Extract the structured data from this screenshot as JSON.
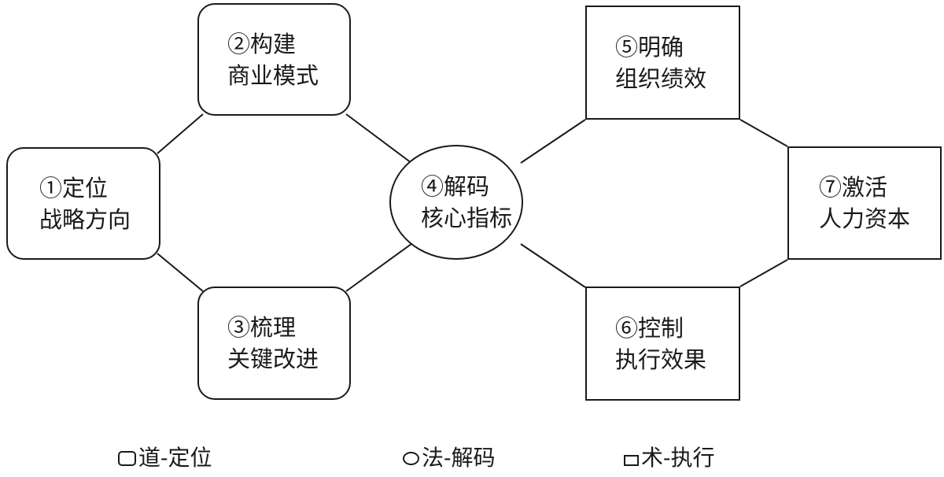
{
  "nodes": {
    "n1": {
      "line1": "①定位",
      "line2": "战略方向",
      "shape": "rounded"
    },
    "n2": {
      "line1": "②构建",
      "line2": "商业模式",
      "shape": "rounded"
    },
    "n3": {
      "line1": "③梳理",
      "line2": "关键改进",
      "shape": "rounded"
    },
    "n4": {
      "line1": "④解码",
      "line2": "核心指标",
      "shape": "ellipse"
    },
    "n5": {
      "line1": "⑤明确",
      "line2": "组织绩效",
      "shape": "square"
    },
    "n6": {
      "line1": "⑥控制",
      "line2": "执行效果",
      "shape": "square"
    },
    "n7": {
      "line1": "⑦激活",
      "line2": "人力资本",
      "shape": "square"
    }
  },
  "edges": [
    [
      "n1",
      "n2"
    ],
    [
      "n1",
      "n3"
    ],
    [
      "n2",
      "n4"
    ],
    [
      "n3",
      "n4"
    ],
    [
      "n4",
      "n5"
    ],
    [
      "n4",
      "n6"
    ],
    [
      "n5",
      "n7"
    ],
    [
      "n6",
      "n7"
    ]
  ],
  "legend": {
    "dao": "道-定位",
    "fa": "法-解码",
    "shu": "术-执行"
  },
  "colors": {
    "stroke": "#1a1a1a",
    "fill": "#ffffff"
  }
}
